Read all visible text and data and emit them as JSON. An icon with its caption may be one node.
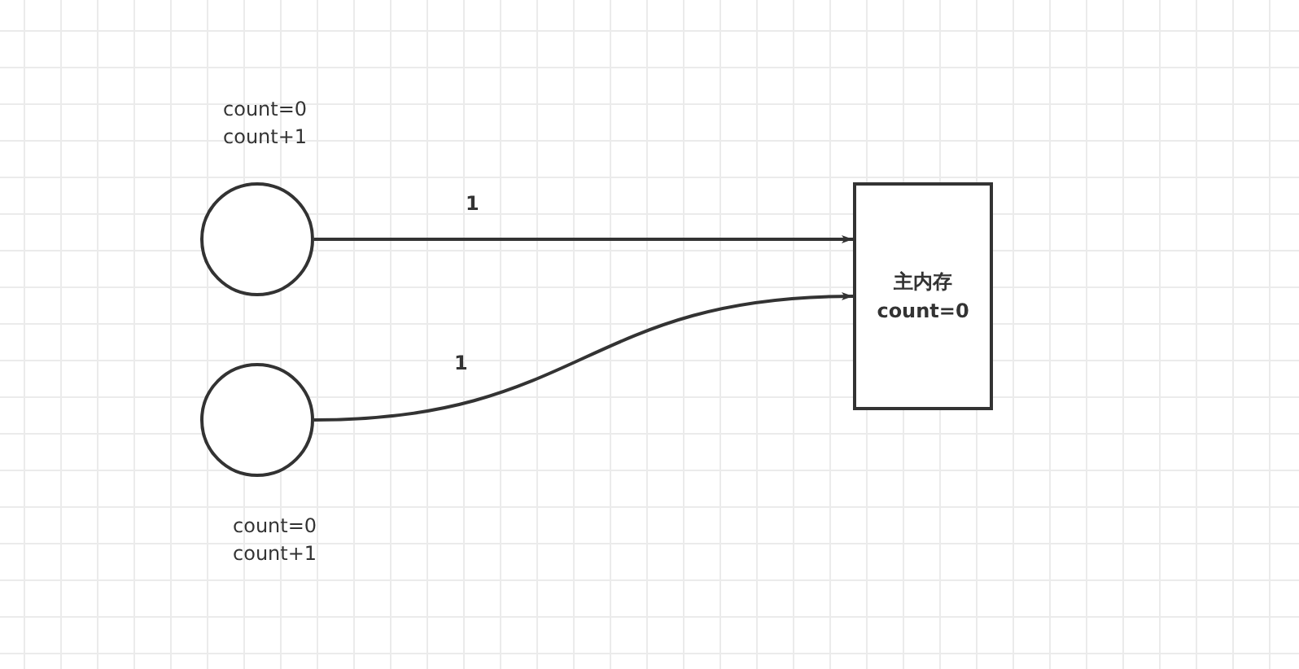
{
  "diagram": {
    "nodes": [
      {
        "text": [],
        "shape": "circle",
        "beside": [
          "count=0",
          "count+1"
        ]
      },
      {
        "text": [],
        "shape": "circle",
        "beside": [
          "count=0",
          "count+1"
        ]
      },
      {
        "text": [
          "主内存",
          "count=0"
        ]
      }
    ],
    "edges": [
      {
        "from": 0,
        "to": 2,
        "arrow": "to",
        "label": "1"
      },
      {
        "from": 1,
        "to": 2,
        "arrow": "to",
        "label": "1"
      }
    ]
  }
}
